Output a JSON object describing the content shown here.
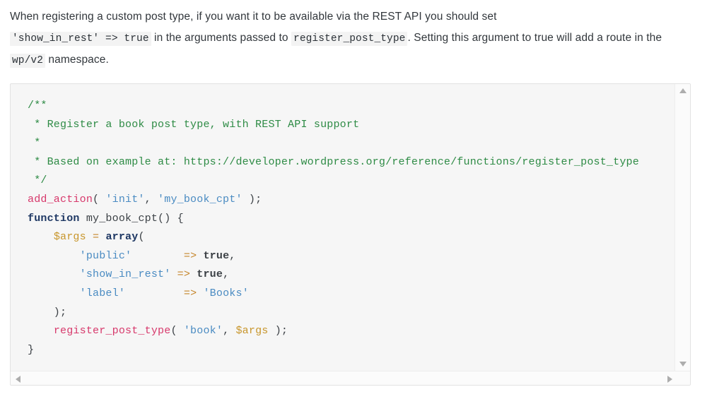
{
  "prose": {
    "line1_pre": "When registering a custom post type, if you want it to be available via the REST API you should set",
    "code1": "'show_in_rest' => true",
    "mid1": " in the arguments passed to ",
    "code2": "register_post_type",
    "mid2": ". Setting this argument to true will add a route in the ",
    "code3": "wp/v2",
    "tail": " namespace."
  },
  "code_block": {
    "language": "php",
    "lines": [
      {
        "n": 1,
        "tokens": [
          {
            "t": "comment",
            "v": "/**"
          }
        ]
      },
      {
        "n": 2,
        "tokens": [
          {
            "t": "comment",
            "v": " * Register a book post type, with REST API support"
          }
        ]
      },
      {
        "n": 3,
        "tokens": [
          {
            "t": "comment",
            "v": " *"
          }
        ]
      },
      {
        "n": 4,
        "tokens": [
          {
            "t": "comment",
            "v": " * Based on example at: https://developer.wordpress.org/reference/functions/register_post_type"
          }
        ]
      },
      {
        "n": 5,
        "tokens": [
          {
            "t": "comment",
            "v": " */"
          }
        ]
      },
      {
        "n": 6,
        "tokens": [
          {
            "t": "func",
            "v": "add_action"
          },
          {
            "t": "punct",
            "v": "( "
          },
          {
            "t": "string",
            "v": "'init'"
          },
          {
            "t": "punct",
            "v": ", "
          },
          {
            "t": "string",
            "v": "'my_book_cpt'"
          },
          {
            "t": "punct",
            "v": " );"
          }
        ]
      },
      {
        "n": 7,
        "tokens": [
          {
            "t": "keyword",
            "v": "function"
          },
          {
            "t": "punct",
            "v": " my_book_cpt() {"
          }
        ]
      },
      {
        "n": 8,
        "tokens": [
          {
            "t": "punct",
            "v": "    "
          },
          {
            "t": "var",
            "v": "$args"
          },
          {
            "t": "punct",
            "v": " "
          },
          {
            "t": "op",
            "v": "="
          },
          {
            "t": "punct",
            "v": " "
          },
          {
            "t": "keyword",
            "v": "array"
          },
          {
            "t": "punct",
            "v": "("
          }
        ]
      },
      {
        "n": 9,
        "tokens": [
          {
            "t": "punct",
            "v": "        "
          },
          {
            "t": "string",
            "v": "'public'"
          },
          {
            "t": "punct",
            "v": "        "
          },
          {
            "t": "op",
            "v": "=>"
          },
          {
            "t": "punct",
            "v": " "
          },
          {
            "t": "const",
            "v": "true"
          },
          {
            "t": "punct",
            "v": ","
          }
        ]
      },
      {
        "n": 10,
        "tokens": [
          {
            "t": "punct",
            "v": "        "
          },
          {
            "t": "string",
            "v": "'show_in_rest'"
          },
          {
            "t": "punct",
            "v": " "
          },
          {
            "t": "op",
            "v": "=>"
          },
          {
            "t": "punct",
            "v": " "
          },
          {
            "t": "const",
            "v": "true"
          },
          {
            "t": "punct",
            "v": ","
          }
        ]
      },
      {
        "n": 11,
        "tokens": [
          {
            "t": "punct",
            "v": "        "
          },
          {
            "t": "string",
            "v": "'label'"
          },
          {
            "t": "punct",
            "v": "         "
          },
          {
            "t": "op",
            "v": "=>"
          },
          {
            "t": "punct",
            "v": " "
          },
          {
            "t": "string",
            "v": "'Books'"
          }
        ]
      },
      {
        "n": 12,
        "tokens": [
          {
            "t": "punct",
            "v": "    );"
          }
        ]
      },
      {
        "n": 13,
        "tokens": [
          {
            "t": "punct",
            "v": "    "
          },
          {
            "t": "func",
            "v": "register_post_type"
          },
          {
            "t": "punct",
            "v": "( "
          },
          {
            "t": "string",
            "v": "'book'"
          },
          {
            "t": "punct",
            "v": ", "
          },
          {
            "t": "var",
            "v": "$args"
          },
          {
            "t": "punct",
            "v": " );"
          }
        ]
      },
      {
        "n": 14,
        "tokens": [
          {
            "t": "punct",
            "v": "}"
          }
        ]
      }
    ]
  },
  "scrollbars": {
    "vertical": {
      "up_icon": "triangle-up-icon",
      "down_icon": "triangle-down-icon"
    },
    "horizontal": {
      "left_icon": "triangle-left-icon",
      "right_icon": "triangle-right-icon"
    }
  },
  "colors": {
    "page_background": "#ffffff",
    "body_text": "#32373c",
    "inline_code_background": "#f3f3f3",
    "code_block_background": "#f6f6f6",
    "code_block_border": "#e2e2e2",
    "comment": "#2e8b45",
    "function": "#d7386b",
    "string": "#4a8bc2",
    "keyword": "#1f3864",
    "variable": "#c8962c",
    "operator": "#c5852a"
  }
}
